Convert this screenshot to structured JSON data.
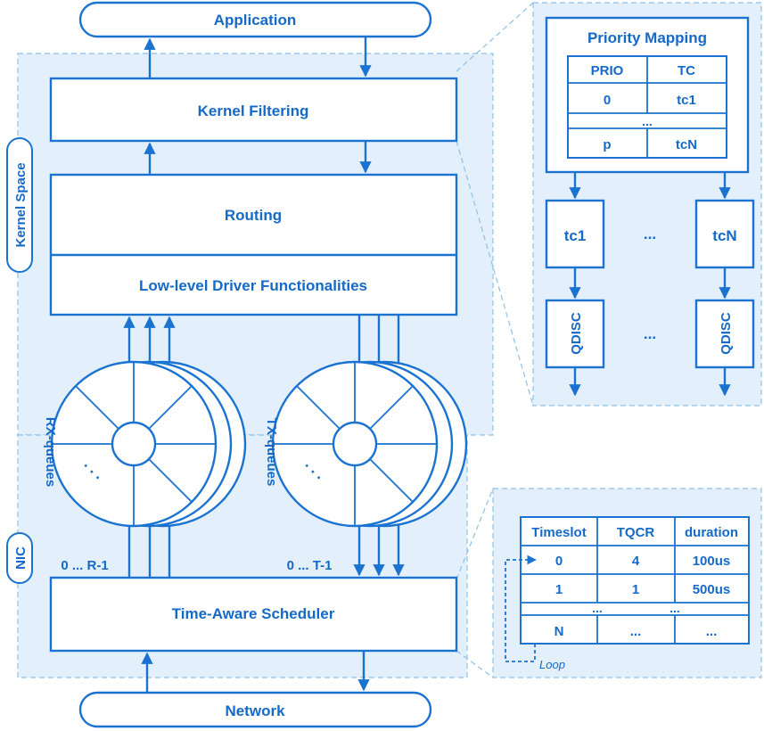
{
  "labels": {
    "application": "Application",
    "kernel_filtering": "Kernel Filtering",
    "routing": "Routing",
    "low_level": "Low-level Driver Functionalities",
    "time_aware": "Time-Aware Scheduler",
    "network": "Network",
    "kernel_space": "Kernel Space",
    "nic": "NIC",
    "rx_queues": "RX-queues",
    "tx_queues": "TX-queues",
    "rx_range": "0 ... R-1",
    "tx_range": "0 ... T-1",
    "wheel_dots": ". . ."
  },
  "priority_mapping": {
    "title": "Priority Mapping",
    "headers": [
      "PRIO",
      "TC"
    ],
    "row1": [
      "0",
      "tc1"
    ],
    "ellipsis": "...",
    "row2": [
      "p",
      "tcN"
    ],
    "tc1": "tc1",
    "tcN": "tcN",
    "tc_ellipsis": "...",
    "qdisc": "QDISC",
    "qdisc_ellipsis": "..."
  },
  "tqcr_table": {
    "headers": [
      "Timeslot",
      "TQCR",
      "duration"
    ],
    "rows": [
      [
        "0",
        "4",
        "100us"
      ],
      [
        "1",
        "1",
        "500us"
      ],
      [
        "N",
        "...",
        "..."
      ]
    ],
    "ellipsis": "...",
    "loop": "Loop"
  }
}
